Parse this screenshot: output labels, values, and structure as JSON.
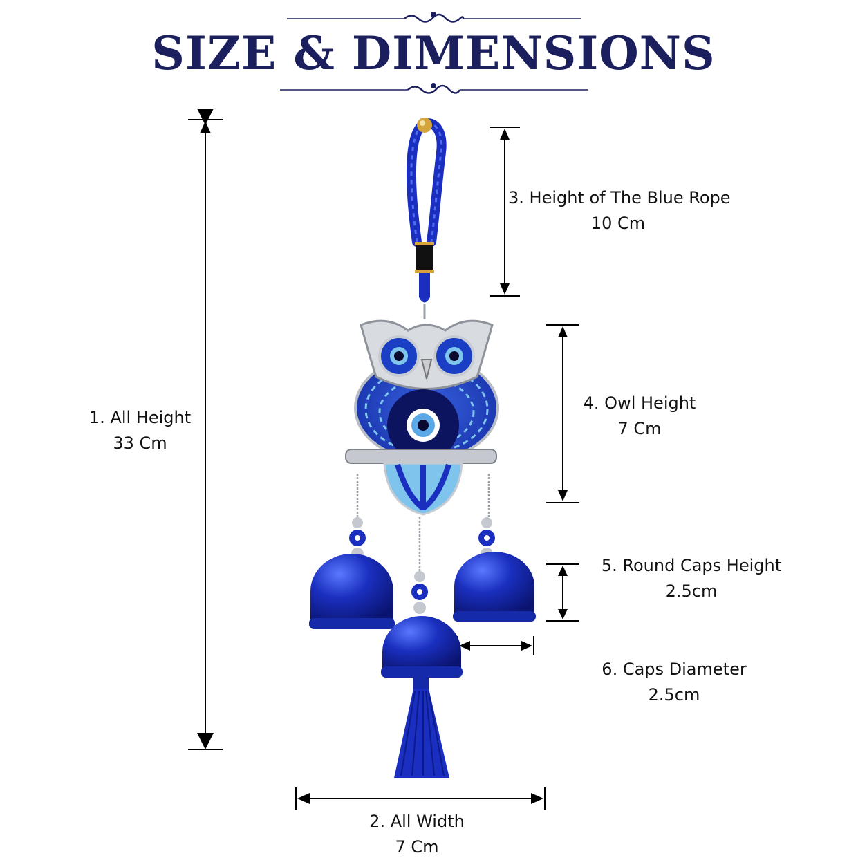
{
  "title": "SIZE & DIMENSIONS",
  "colors": {
    "title": "#1b1f5e",
    "product_blue": "#1a2fbf",
    "light_blue": "#7fc4ec",
    "silver": "#cfd2d6",
    "gold": "#d4a53a"
  },
  "dimensions": [
    {
      "label": "1. All Height",
      "value": "33 Cm"
    },
    {
      "label": "2. All Width",
      "value": "7 Cm"
    },
    {
      "label": "3. Height of The Blue Rope",
      "value": "10 Cm"
    },
    {
      "label": "4. Owl Height",
      "value": "7 Cm"
    },
    {
      "label": "5. Round Caps Height",
      "value": "2.5cm"
    },
    {
      "label": "6. Caps Diameter",
      "value": "2.5cm"
    }
  ]
}
